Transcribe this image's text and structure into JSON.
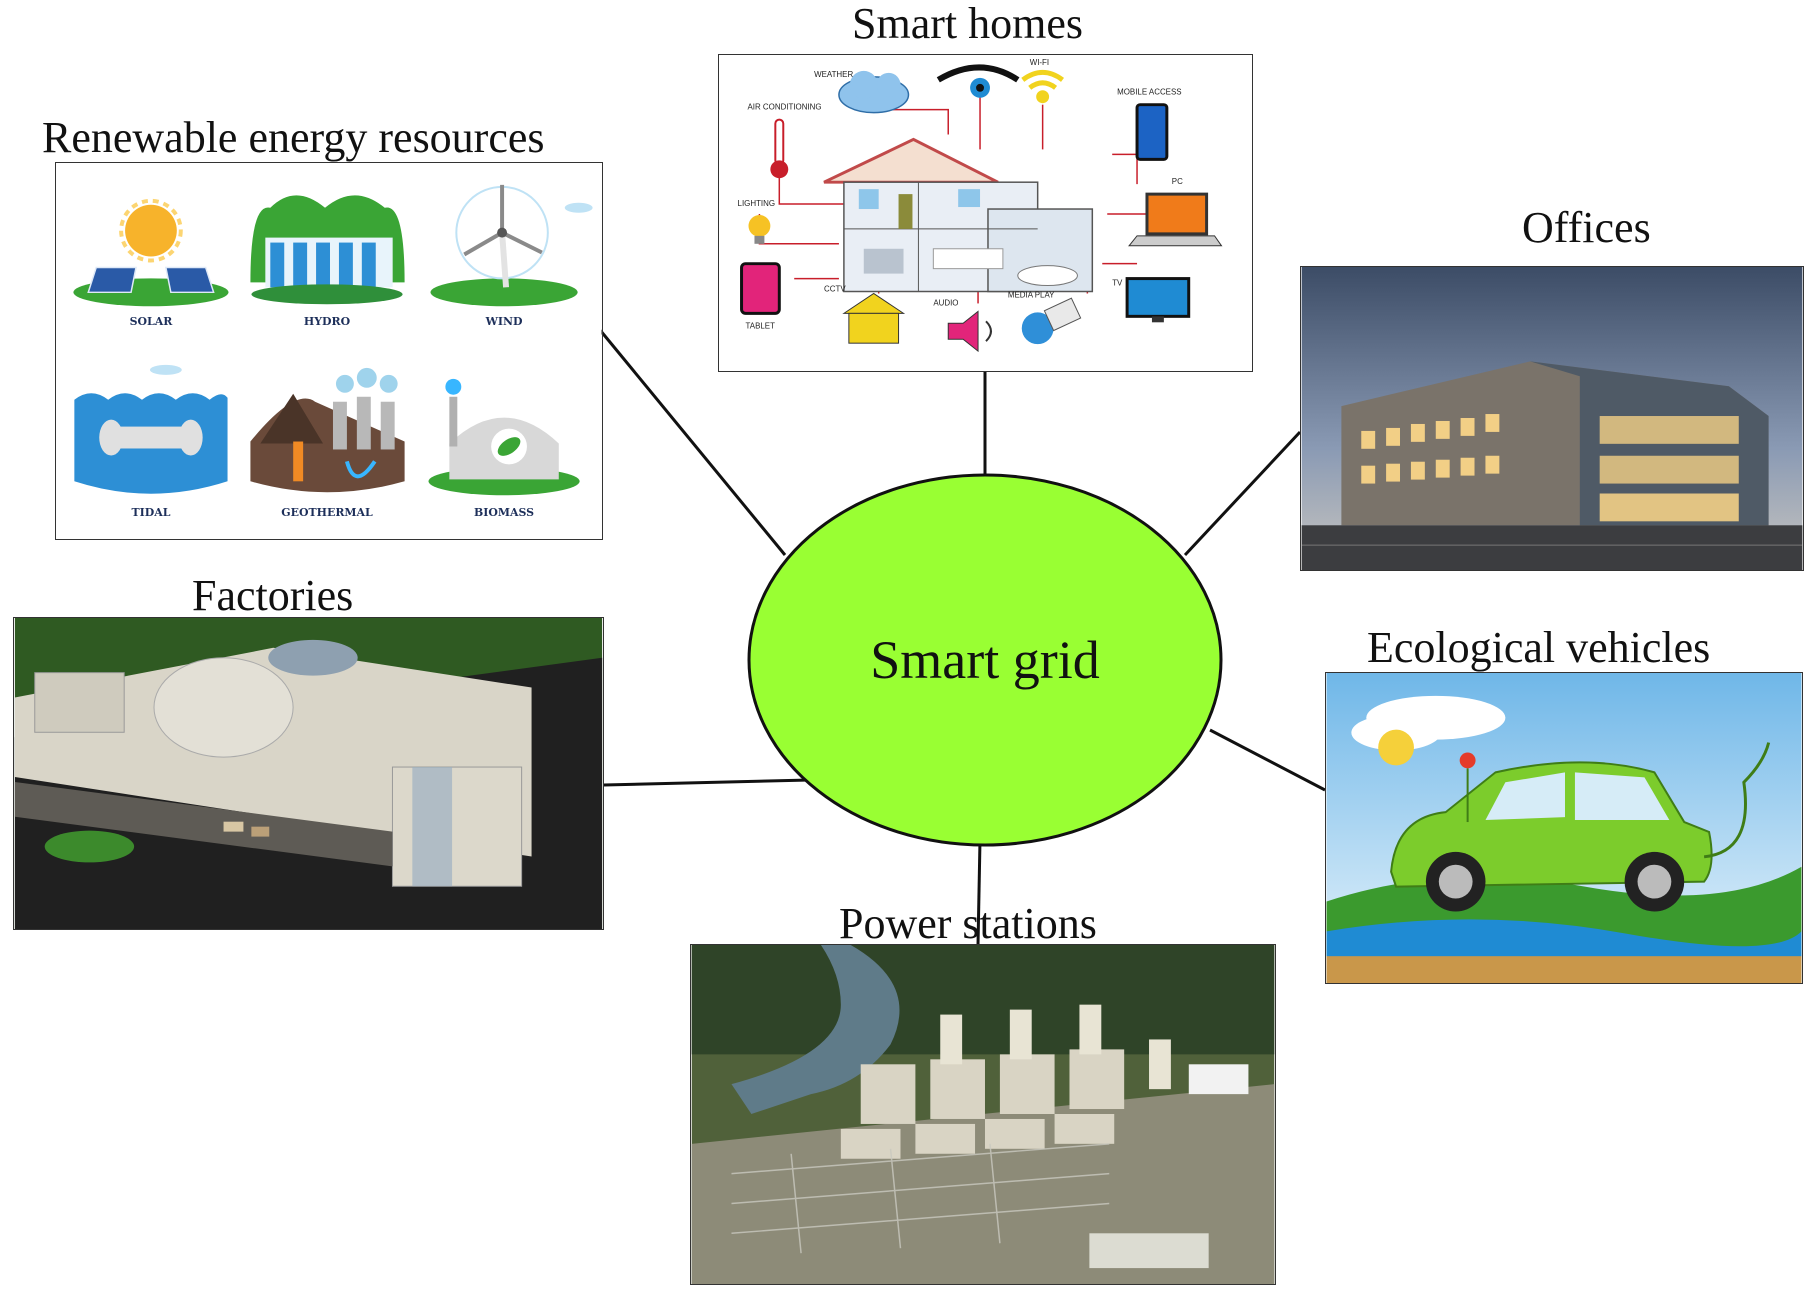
{
  "hub": {
    "label": "Smart grid",
    "fill": "#99ff33"
  },
  "nodes": {
    "renewable": {
      "title": "Renewable energy resources",
      "items": [
        "SOLAR",
        "HYDRO",
        "WIND",
        "TIDAL",
        "GEOTHERMAL",
        "BIOMASS"
      ]
    },
    "smart_homes": {
      "title": "Smart homes",
      "labels": {
        "weather": "WEATHER",
        "ac": "AIR CONDITIONING",
        "wifi": "WI-FI",
        "mobile": "MOBILE ACCESS",
        "lighting": "LIGHTING",
        "pc": "PC",
        "tablet": "TABLET",
        "cctv": "CCTV",
        "audio": "AUDIO",
        "media": "MEDIA PLAY",
        "tv": "TV"
      }
    },
    "offices": {
      "title": "Offices"
    },
    "factories": {
      "title": "Factories"
    },
    "vehicles": {
      "title": "Ecological vehicles"
    },
    "power": {
      "title": "Power stations"
    }
  }
}
